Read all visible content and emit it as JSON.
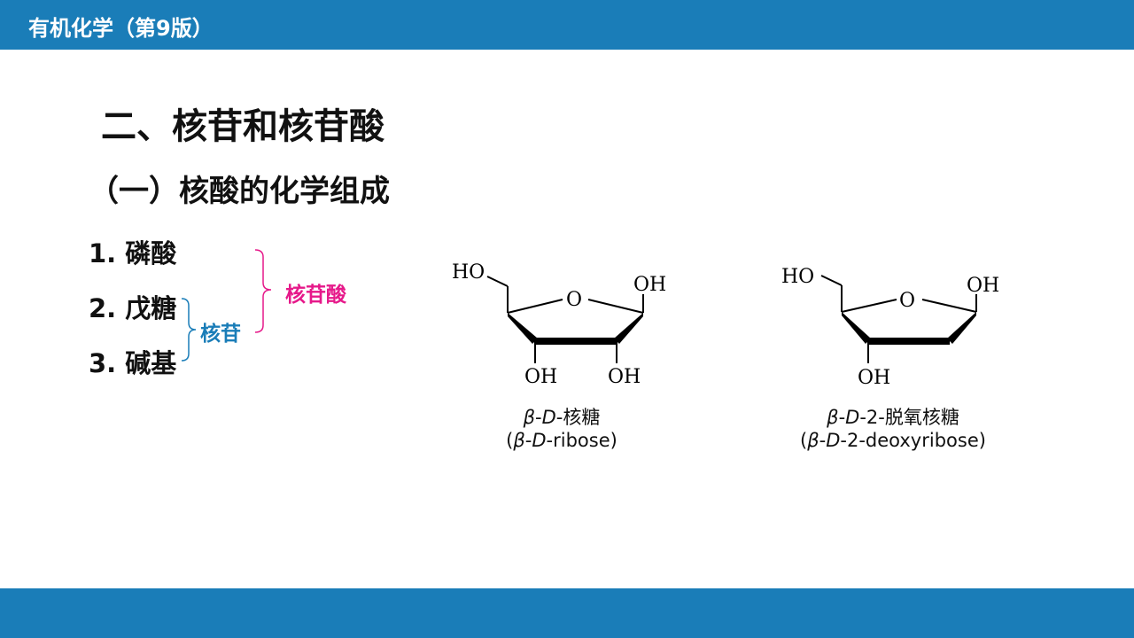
{
  "header": {
    "title": "有机化学（第9版）"
  },
  "section": {
    "title": "二、核苷和核苷酸"
  },
  "subsection": {
    "title": "（一）核酸的化学组成"
  },
  "components": [
    {
      "label": "1. 磷酸"
    },
    {
      "label": "2. 戊糖"
    },
    {
      "label": "3. 碱基"
    }
  ],
  "groupings": {
    "nucleoside": "核苷",
    "nucleotide": "核苷酸"
  },
  "colors": {
    "brand_blue": "#1a7db8",
    "accent_magenta": "#e6198a"
  },
  "structures": {
    "ribose": {
      "atoms": {
        "ho": "HO",
        "o": "O",
        "oh_right": "OH",
        "oh_c3": "OH",
        "oh_c2": "OH"
      },
      "caption": {
        "beta": "β",
        "d": "D",
        "name_cn": "-核糖",
        "open": "(",
        "name_en": "-ribose)"
      }
    },
    "deoxyribose": {
      "atoms": {
        "ho": "HO",
        "o": "O",
        "oh_right": "OH",
        "oh_c3": "OH"
      },
      "caption": {
        "beta": "β",
        "d": "D",
        "name_cn": "-2-脱氧核糖",
        "open": "(",
        "name_en": "-2-deoxyribose)"
      }
    }
  }
}
